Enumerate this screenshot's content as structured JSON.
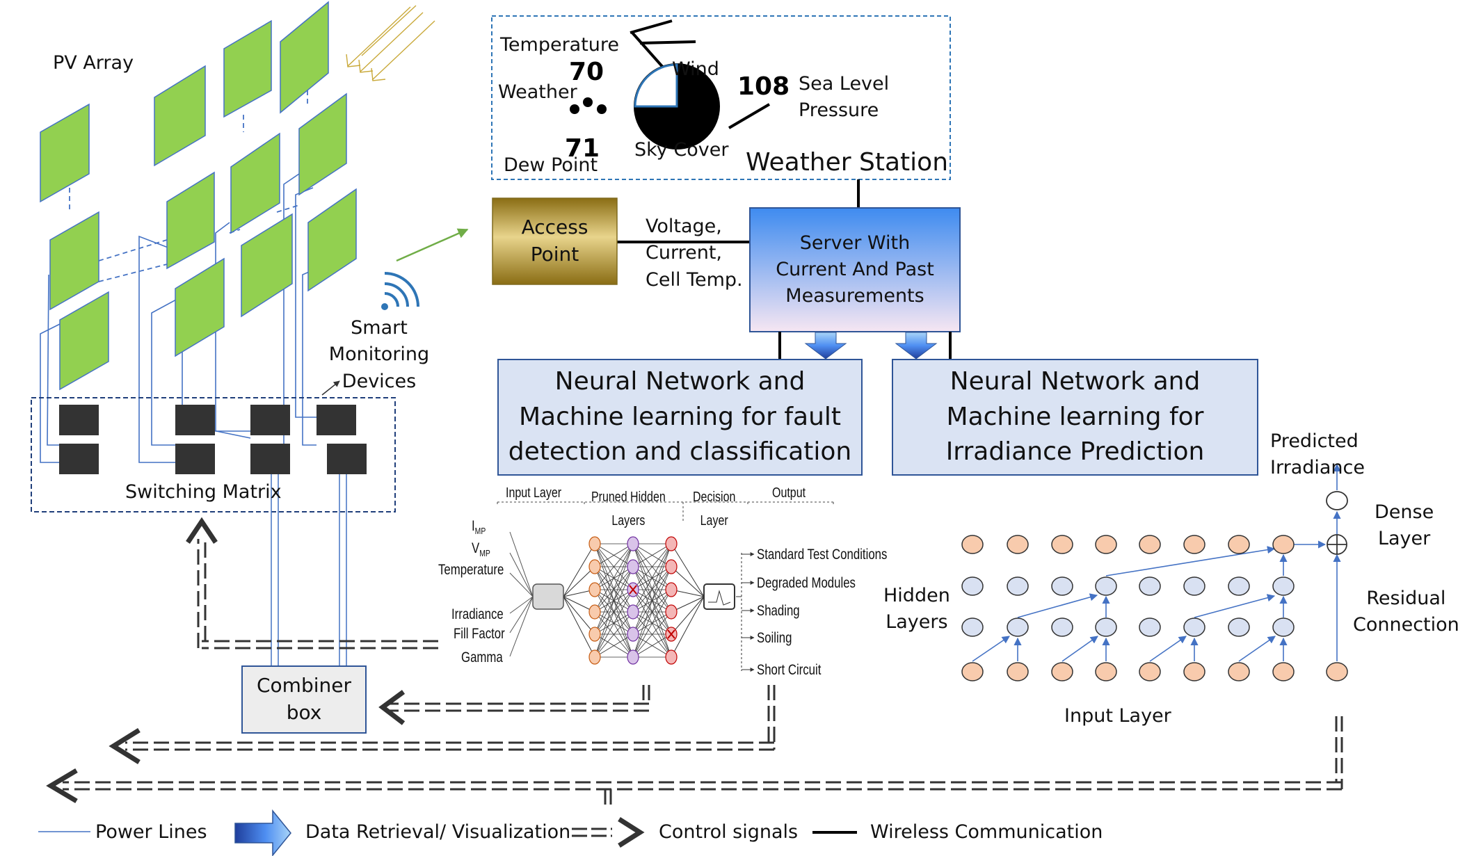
{
  "pv": {
    "title": "PV Array",
    "switching_matrix": "Switching Matrix",
    "smart_devices": "Smart\nMonitoring\nDevices",
    "combiner": "Combiner\nbox"
  },
  "weather": {
    "title": "Weather Station",
    "temperature_label": "Temperature",
    "temperature_value": "70",
    "weather_label": "Weather",
    "dew_point_label": "Dew Point",
    "dew_point_value": "71",
    "wind_label": "Wind",
    "sky_cover_label": "Sky Cover",
    "pressure_value": "108",
    "pressure_label": "Sea Level\nPressure"
  },
  "access_point": "Access\nPoint",
  "measurements": "Voltage,\nCurrent,\nCell Temp.",
  "server": "Server With\nCurrent And Past\nMeasurements",
  "fault_box": "Neural Network and\nMachine learning for fault\ndetection and classification",
  "irr_box": "Neural Network and\nMachine learning for\nIrradiance Prediction",
  "fault_net": {
    "headers": [
      "Input Layer",
      "Pruned Hidden\nLayers",
      "Decision\nLayer",
      "Output"
    ],
    "inputs": [
      {
        "base": "I",
        "sub": "MP"
      },
      {
        "base": "V",
        "sub": "MP"
      },
      {
        "base": "Temperature",
        "sub": ""
      },
      {
        "base": "Irradiance",
        "sub": ""
      },
      {
        "base": "Fill Factor",
        "sub": ""
      },
      {
        "base": "Gamma",
        "sub": ""
      }
    ],
    "outputs": [
      "Standard Test Conditions",
      "Degraded Modules",
      "Shading",
      "Soiling",
      "Short Circuit"
    ]
  },
  "irr_net": {
    "predicted": "Predicted Irradiance",
    "dense": "Dense\nLayer",
    "hidden": "Hidden\nLayers",
    "residual": "Residual\nConnection",
    "input": "Input Layer"
  },
  "legend": {
    "power": "Power Lines",
    "data": "Data Retrieval/ Visualization",
    "control": "Control signals",
    "wireless": "Wireless Communication"
  },
  "colors": {
    "panel": "#92D050",
    "access_point": "#C9A93A",
    "server_top": "#3E8BF0",
    "nn_box": "#DAE3F3",
    "combiner": "#EDEDED",
    "power_line": "#4472C4",
    "orange_node": "#F8CBAD",
    "blue_node": "#D9E1F2"
  }
}
